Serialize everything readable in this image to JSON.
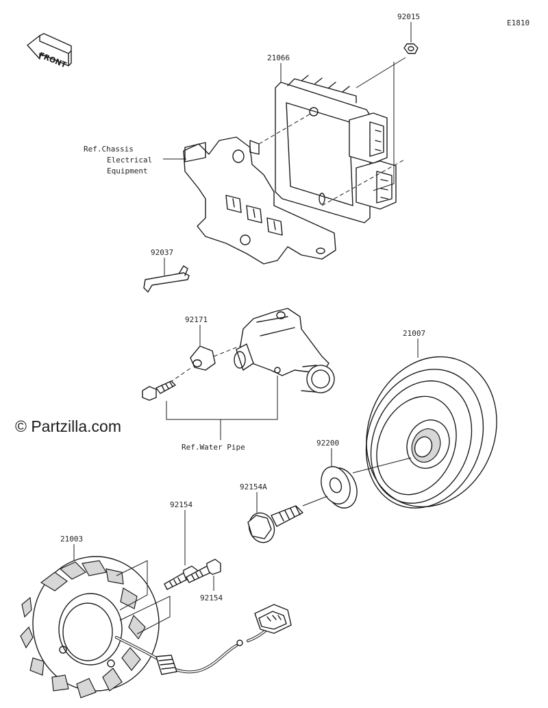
{
  "diagram_code": "E1810",
  "front_label": "FRONT",
  "watermark": "© Partzilla.com",
  "parts": {
    "p92015": "92015",
    "p21066": "21066",
    "p92037": "92037",
    "p92171": "92171",
    "p21007": "21007",
    "p92200": "92200",
    "p92154A": "92154A",
    "p92154_a": "92154",
    "p92154_b": "92154",
    "p21003": "21003"
  },
  "references": {
    "chassis_line1": "Ref.Chassis",
    "chassis_line2": "Electrical",
    "chassis_line3": "Equipment",
    "water_pipe": "Ref.Water Pipe"
  }
}
